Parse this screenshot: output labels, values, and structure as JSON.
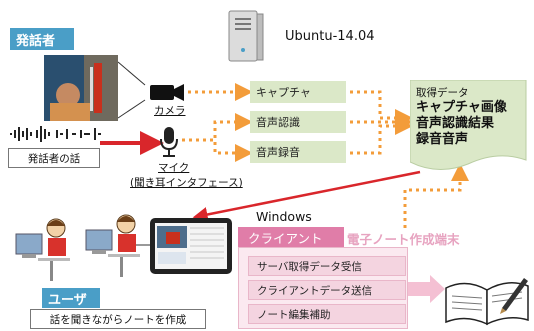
{
  "speaker": {
    "tag": "発話者",
    "caption": "発話者の話"
  },
  "server": {
    "label": "Ubuntu-14.04"
  },
  "devices": {
    "camera": "カメラ",
    "mic": "マイク",
    "mic_sub": "(聞き耳インタフェース)"
  },
  "processes": [
    "キャプチャ",
    "音声認識",
    "音声録音"
  ],
  "results": {
    "head": "取得データ",
    "items": [
      "キャプチャ画像",
      "音声認識結果",
      "録音音声"
    ]
  },
  "client": {
    "os": "Windows",
    "tag": "クライアント",
    "device": "電子ノート作成端末",
    "functions": [
      "サーバ取得データ受信",
      "クライアントデータ送信",
      "ノート編集補助"
    ]
  },
  "user": {
    "tag": "ユーザ",
    "caption": "話を聞きながらノートを作成"
  },
  "colors": {
    "blue_tag": "#4a9ec7",
    "orange_arrow": "#f39c3a",
    "red_arrow": "#d9262b",
    "pink": "#f4d4e0"
  }
}
